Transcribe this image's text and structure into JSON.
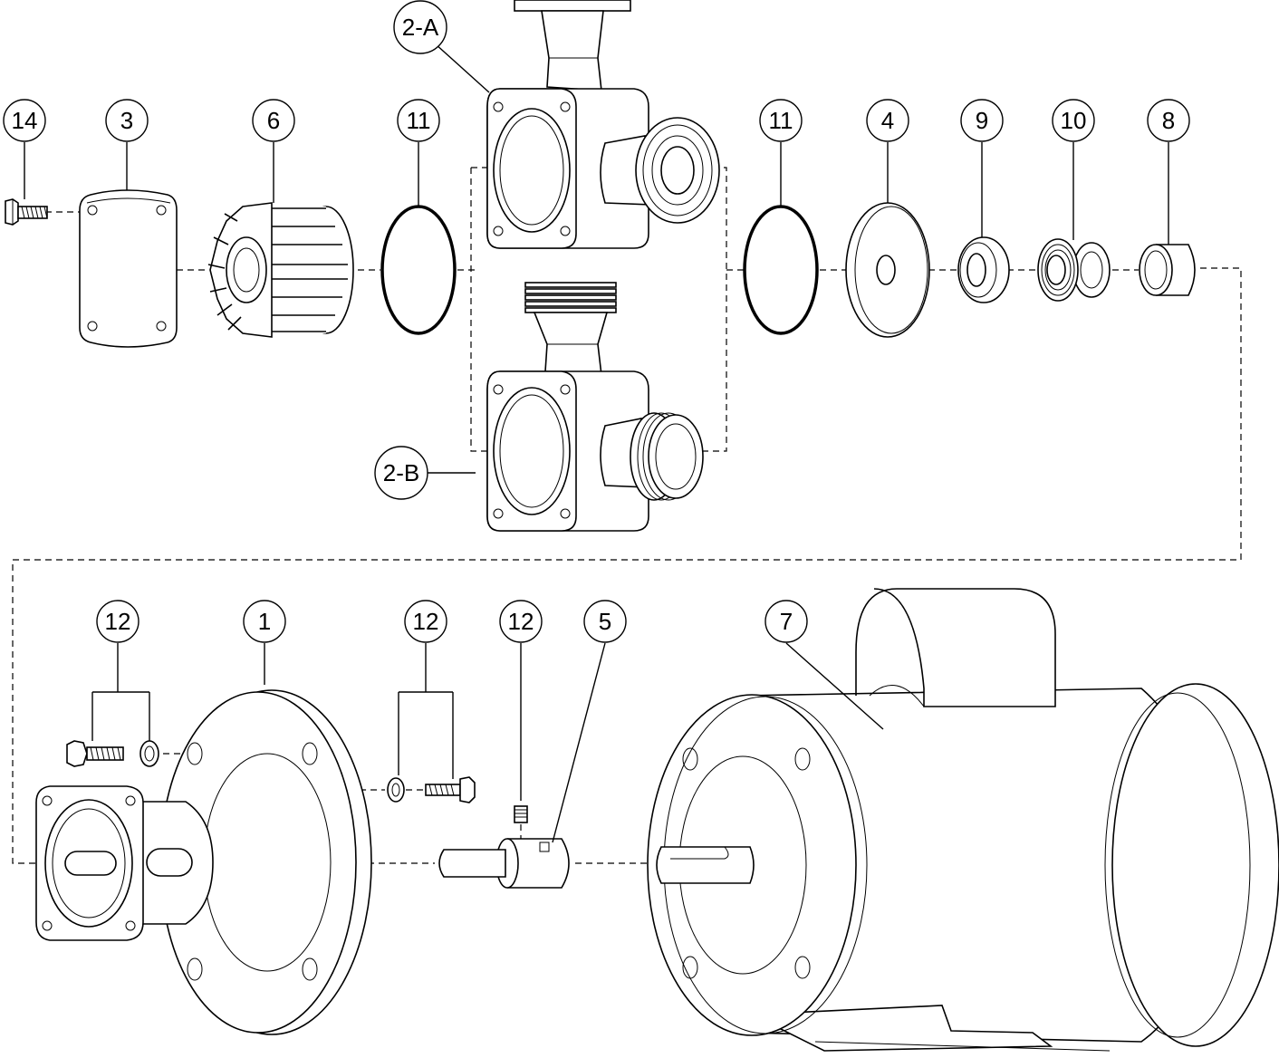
{
  "callouts": [
    {
      "id": "c14",
      "label": "14"
    },
    {
      "id": "c3",
      "label": "3"
    },
    {
      "id": "c6",
      "label": "6"
    },
    {
      "id": "c11a",
      "label": "11"
    },
    {
      "id": "c2a",
      "label": "2-A"
    },
    {
      "id": "c11b",
      "label": "11"
    },
    {
      "id": "c4",
      "label": "4"
    },
    {
      "id": "c9",
      "label": "9"
    },
    {
      "id": "c10",
      "label": "10"
    },
    {
      "id": "c8",
      "label": "8"
    },
    {
      "id": "c2b",
      "label": "2-B"
    },
    {
      "id": "c12a",
      "label": "12"
    },
    {
      "id": "c1",
      "label": "1"
    },
    {
      "id": "c12b",
      "label": "12"
    },
    {
      "id": "c12c",
      "label": "12"
    },
    {
      "id": "c5",
      "label": "5"
    },
    {
      "id": "c7",
      "label": "7"
    }
  ]
}
